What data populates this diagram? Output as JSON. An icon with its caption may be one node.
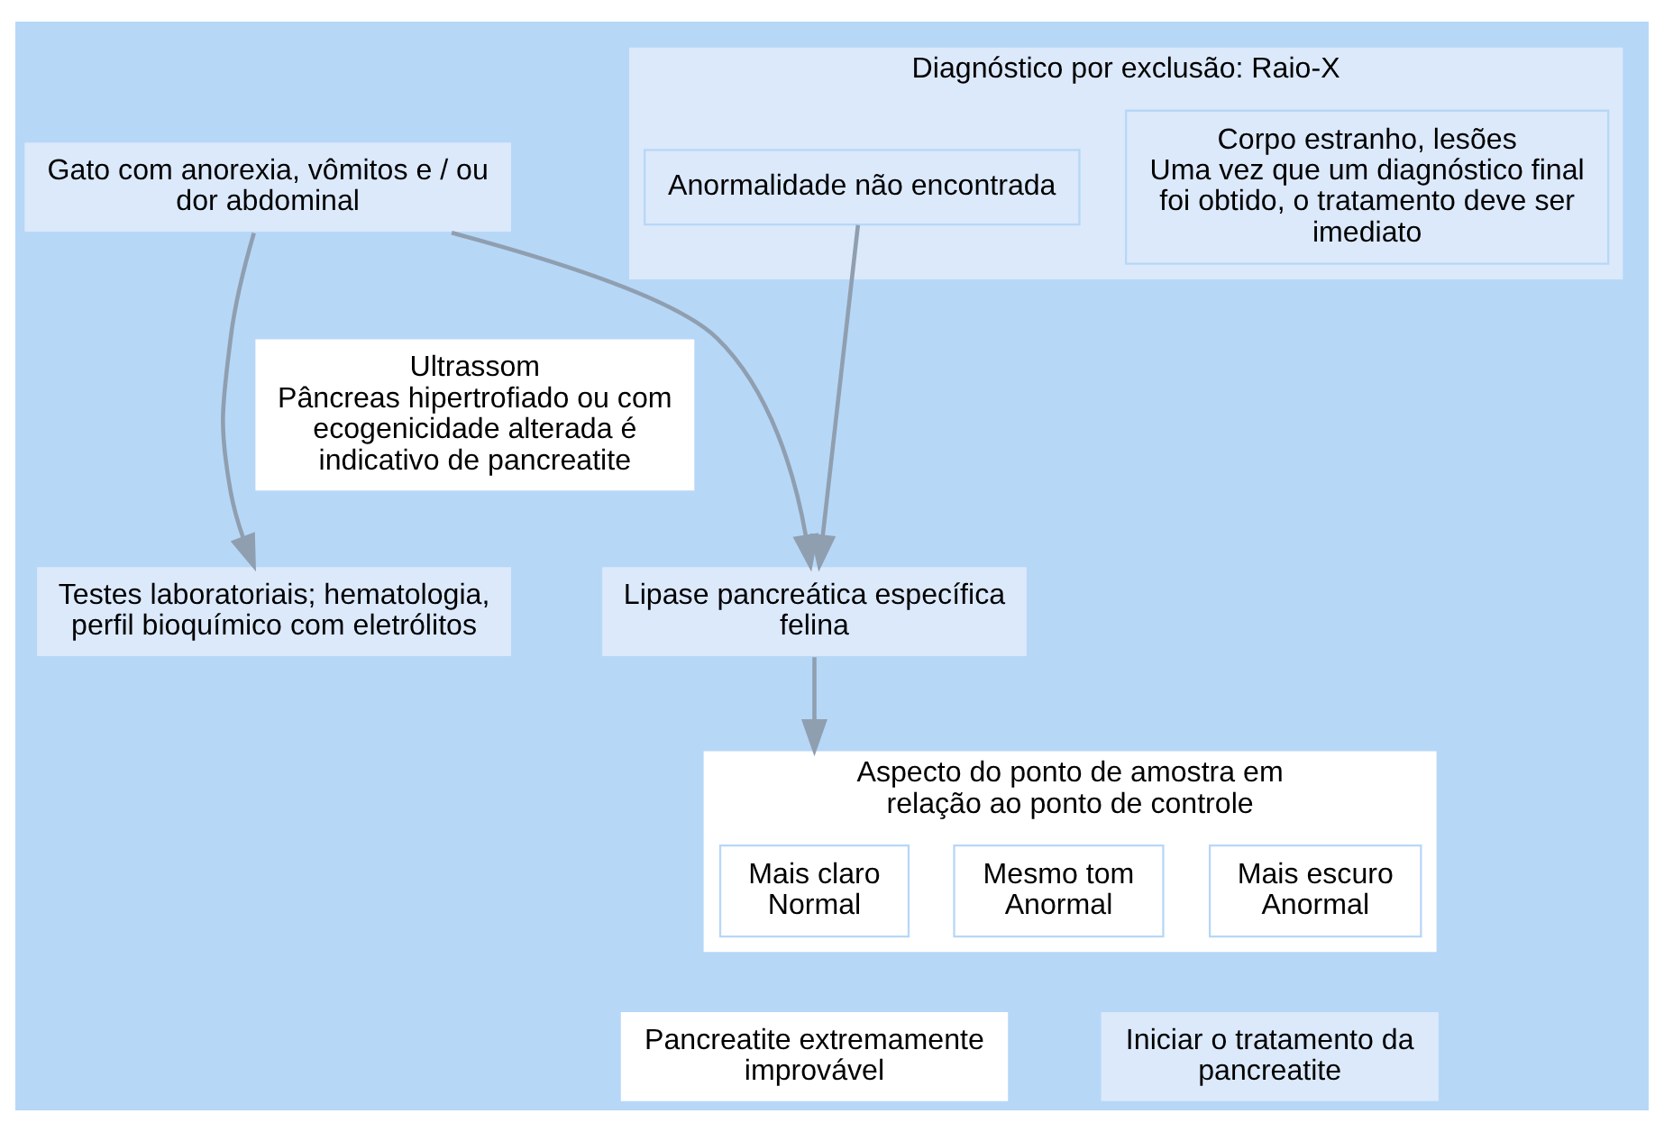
{
  "diagram": {
    "nodes": [
      {
        "text": [
          "Gato com anorexia, vômitos e / ou dor abdominal"
        ]
      },
      {
        "text": [
          "Ultrassom",
          "Pâncreas hipertrofiado ou com ecogenicidade alterada é indicativo de pancreatite"
        ]
      },
      {
        "text": [
          "Diagnóstico por exclusão: Raio-X"
        ]
      },
      {
        "text": [
          "Anormalidade não encontrada"
        ],
        "in": 2
      },
      {
        "text": [
          "Corpo estranho, lesões",
          "Uma vez que um diagnóstico final foi obtido, o tratamento deve ser imediato"
        ],
        "in": 2
      },
      {
        "text": [
          "Testes laboratoriais; hematologia, perfil bioquímico com eletrólitos"
        ]
      },
      {
        "text": [
          "Lipase pancreática específica felina"
        ]
      },
      {
        "text": [
          "Aspecto do ponto de amostra em relação ao ponto de controle"
        ]
      },
      {
        "text": [
          "Mais claro",
          "Normal"
        ],
        "in": 7
      },
      {
        "text": [
          "Mesmo tom",
          "Anormal"
        ],
        "in": 7
      },
      {
        "text": [
          "Mais escuro",
          "Anormal"
        ],
        "in": 7
      },
      {
        "text": [
          "Pancreatite extremamente improvável"
        ]
      },
      {
        "text": [
          "Iniciar o tratamento da pancreatite"
        ]
      }
    ],
    "edges": [
      {
        "from": 0,
        "to": 5,
        "arrow": "to"
      },
      {
        "from": 0,
        "to": 6,
        "arrow": "to"
      },
      {
        "from": 3,
        "to": 6,
        "arrow": "to"
      },
      {
        "from": 6,
        "to": 7,
        "arrow": "to"
      }
    ]
  }
}
